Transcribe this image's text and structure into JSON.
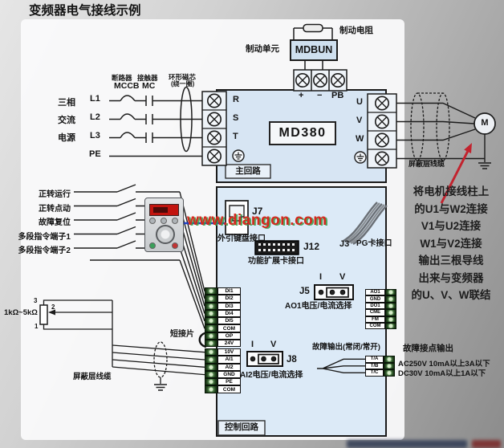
{
  "title": "变频器电气接线示例",
  "watermark": "www.diangon.com",
  "braking": {
    "resistor_label": "制动电阻",
    "unit_label": "制动单元",
    "unit_model": "MDBUN",
    "terminals": [
      "+",
      "−",
      "PB"
    ]
  },
  "power_input": {
    "source_label_lines": [
      "三相",
      "交流",
      "电源"
    ],
    "phase_labels": [
      "L1",
      "L2",
      "L3",
      "PE"
    ],
    "breaker_label": "断路器",
    "breaker_model": "MCCB",
    "contactor_label": "接触器",
    "contactor_model": "MC",
    "ring_core_label": "环形磁芯",
    "ring_core_note": "(绕一圈)"
  },
  "inverter": {
    "model": "MD380",
    "main_circuit_label": "主回路",
    "control_circuit_label": "控制回路",
    "input_terminals": [
      "R",
      "S",
      "T"
    ],
    "output_terminals": [
      "U",
      "V",
      "W"
    ]
  },
  "output_side": {
    "shield_cable_label": "屏蔽层线缆",
    "motor_label": "M",
    "note_lines": [
      "将电机接线柱上",
      "的U1与W2连接",
      "V1与U2连接",
      "W1与V2连接",
      "输出三根导线",
      "出来与变频器",
      "的U、V、W联结"
    ]
  },
  "digital_input_labels": [
    "正转运行",
    "正转点动",
    "故障复位",
    "多段指令端子1",
    "多段指令端子2"
  ],
  "connectors": {
    "j7": {
      "id": "J7",
      "desc": "外引键盘接口"
    },
    "j12": {
      "id": "J12",
      "desc": "功能扩展卡接口"
    },
    "j3": {
      "id": "J3",
      "desc": "PG卡接口"
    },
    "j5": {
      "id": "J5",
      "desc": "AO1电压/电流选择",
      "options": [
        "I",
        "V"
      ]
    },
    "j8": {
      "id": "J8",
      "desc": "AI2电压/电流选择",
      "options": [
        "I",
        "V"
      ]
    }
  },
  "terminal_blocks": {
    "digital": [
      "DI1",
      "DI2",
      "DI3",
      "DI4",
      "DI5",
      "COM",
      "OP",
      "24V"
    ],
    "analog": [
      "10V",
      "AI1",
      "AI2",
      "GND",
      "PE",
      "COM"
    ],
    "output_block": [
      "AO1",
      "GND",
      "DO1",
      "CME",
      "FM",
      "COM"
    ],
    "relay": [
      "T/A",
      "T/B",
      "T/C"
    ]
  },
  "annotations": {
    "short_link": "短接片",
    "potentiometer": "1kΩ~5kΩ",
    "pot_pins": [
      "3",
      "2",
      "1"
    ],
    "shield_cable": "屏蔽层线缆",
    "fault_output": "故障输出(常闭/常开)",
    "fault_contact_title": "故障接点输出",
    "fault_rating_ac": "AC250V 10mA以上3A以下",
    "fault_rating_dc": "DC30V  10mA以上1A以下"
  },
  "colors": {
    "box_fill": "#d7e5f3",
    "accent_red": "#c2232e",
    "keypad_link_blue": "#1f3fbf",
    "terminal_green": "#1c3a18"
  }
}
